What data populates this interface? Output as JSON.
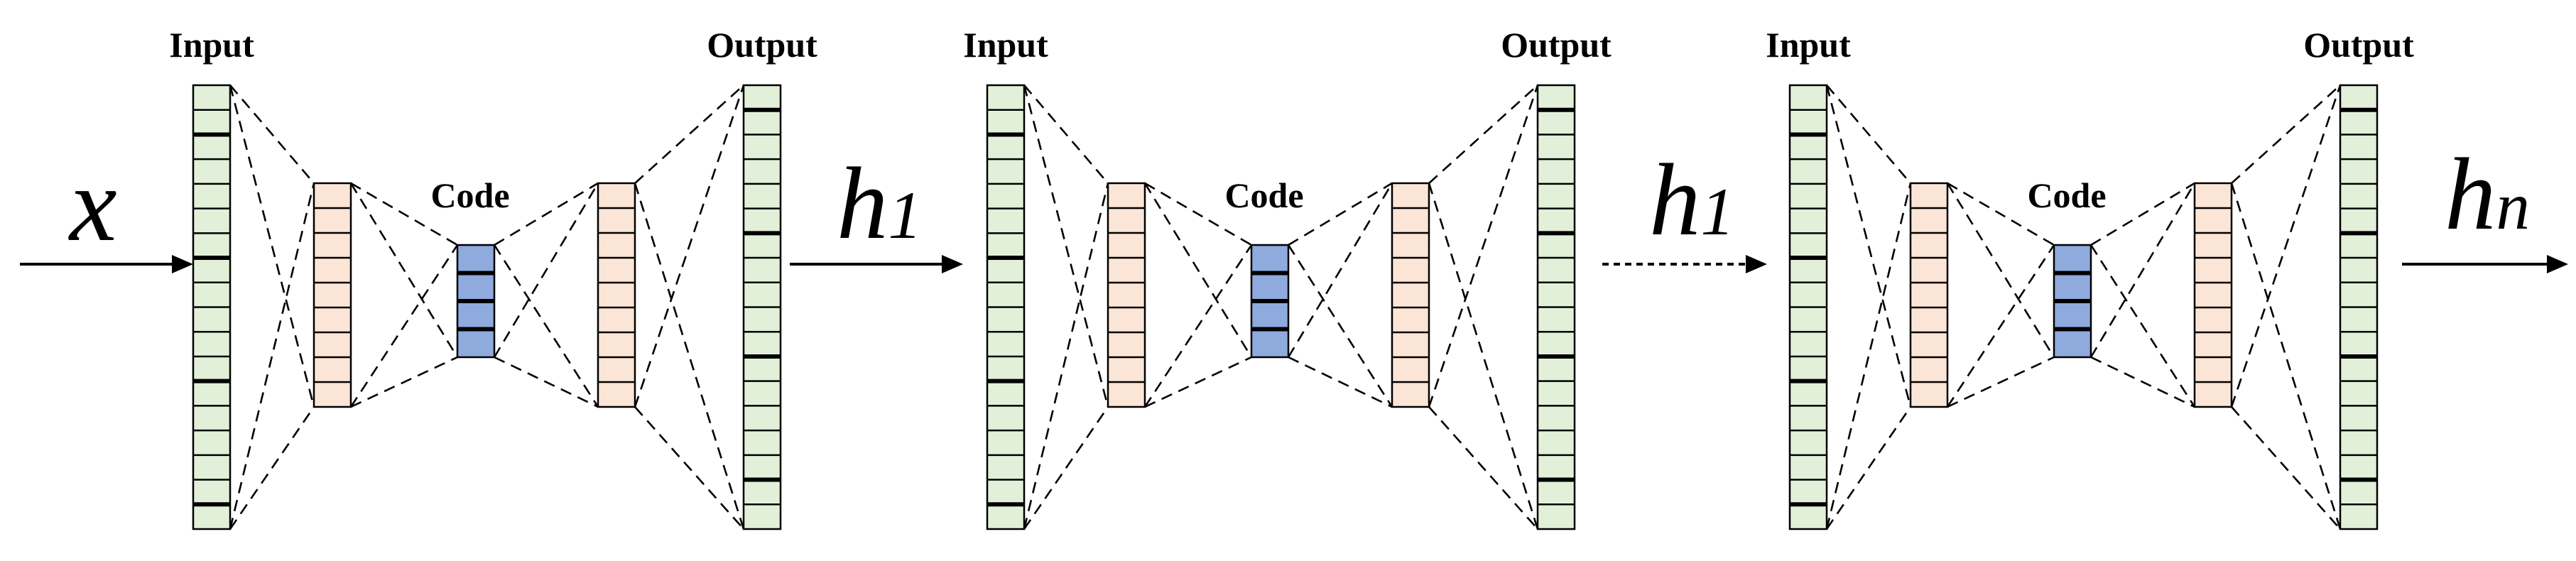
{
  "colors": {
    "input_layer": "#e2f0d9",
    "hidden_layer": "#fbe5d6",
    "code_layer": "#8faadc",
    "line": "#000000"
  },
  "labels": {
    "input": "Input",
    "code": "Code",
    "output": "Output"
  },
  "variables": {
    "x": "x",
    "h1_after_first": "h",
    "h1_after_first_sub": "1",
    "h1_before_last": "h",
    "h1_before_last_sub": "1",
    "hn": "h",
    "hn_sub": "n"
  },
  "autoencoders": [
    {
      "id": "ae-1"
    },
    {
      "id": "ae-2"
    },
    {
      "id": "ae-3"
    }
  ]
}
